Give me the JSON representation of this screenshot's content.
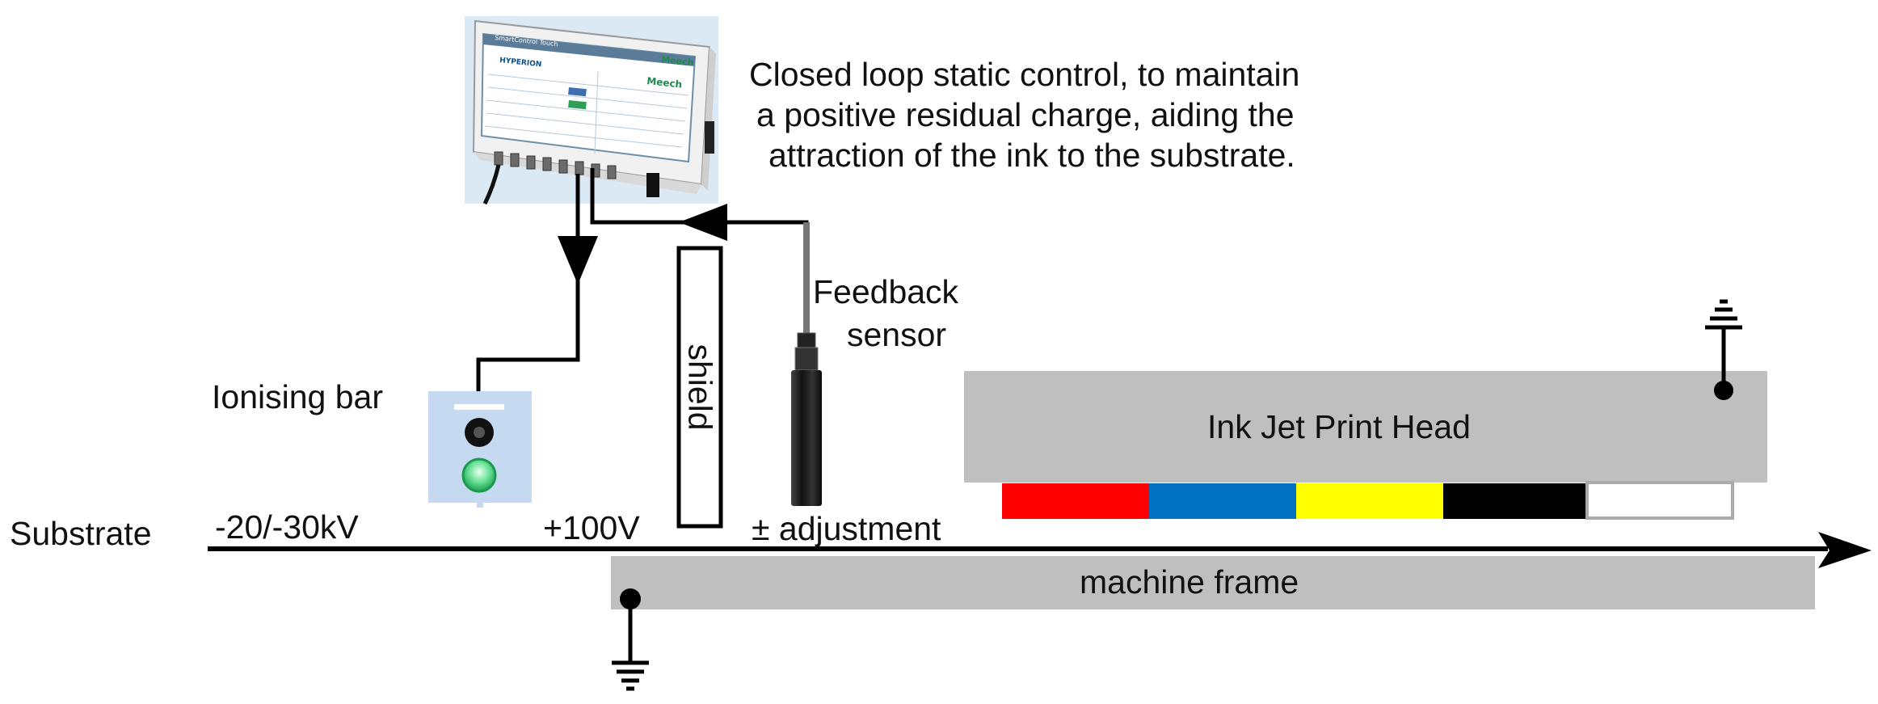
{
  "description_text": {
    "line1": "Closed loop static control, to maintain",
    "line2": "a positive residual charge, aiding the",
    "line3": "attraction of the ink to the substrate."
  },
  "labels": {
    "feedback_sensor_line1": "Feedback",
    "feedback_sensor_line2": "sensor",
    "ionising_bar": "Ionising bar",
    "shield": "shield",
    "substrate": "Substrate",
    "voltage_negative": "-20/-30kV",
    "voltage_positive": "+100V",
    "adjustment": "± adjustment",
    "print_head": "Ink Jet Print Head",
    "machine_frame": "machine frame"
  },
  "controller": {
    "title": "SmartControl Touch",
    "brand": "Meech",
    "product": "HYPERION",
    "panel_brand": "Meech"
  },
  "colors": {
    "gray_box": "#bfbfbf",
    "ink_red": "#ff0000",
    "ink_blue": "#0070c0",
    "ink_yellow": "#ffff00",
    "ink_black": "#000000",
    "ionising_bar_body": "#c5d9f1",
    "ionising_bar_led": "#33cc66",
    "controller_bg": "#dbe9f5",
    "brand_green": "#1e8a4c"
  }
}
